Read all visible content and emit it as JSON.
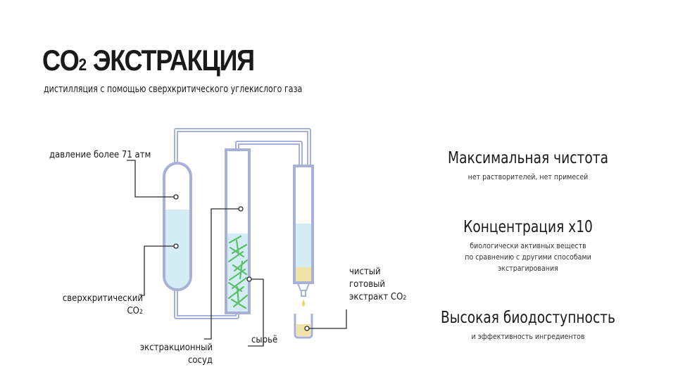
{
  "header": {
    "title_main": "CO",
    "title_sub": "2",
    "title_rest": " ЭКСТРАКЦИЯ",
    "subtitle": "дистилляция с помощью сверхкритического углекислого газа"
  },
  "labels": {
    "pressure": "давление более 71 атм",
    "supercritical_line1": "сверхкритический",
    "supercritical_line2_main": "CO",
    "supercritical_line2_sub": "2",
    "vessel_line1": "экстракционный",
    "vessel_line2": "сосуд",
    "raw": "сырьё",
    "extract_line1": "чистый",
    "extract_line2": "готовый",
    "extract_line3_main": "экстракт CO",
    "extract_line3_sub": "2"
  },
  "features": [
    {
      "title": "Максимальная чистота",
      "desc": [
        "нет растворителей, нет примесей"
      ]
    },
    {
      "title": "Концентрация х10",
      "desc": [
        "биологически активных веществ",
        "по сравнению с другими способами",
        "экстрагирования"
      ]
    },
    {
      "title": "Высокая биодоступность",
      "desc": [
        "и эффективность ингредиентов"
      ]
    }
  ],
  "colors": {
    "pipe": "#a9b0d6",
    "liquid": "#d4ecf4",
    "herb": "#5cc06a",
    "extract": "#efe3a8",
    "text": "#1a1a1a"
  }
}
